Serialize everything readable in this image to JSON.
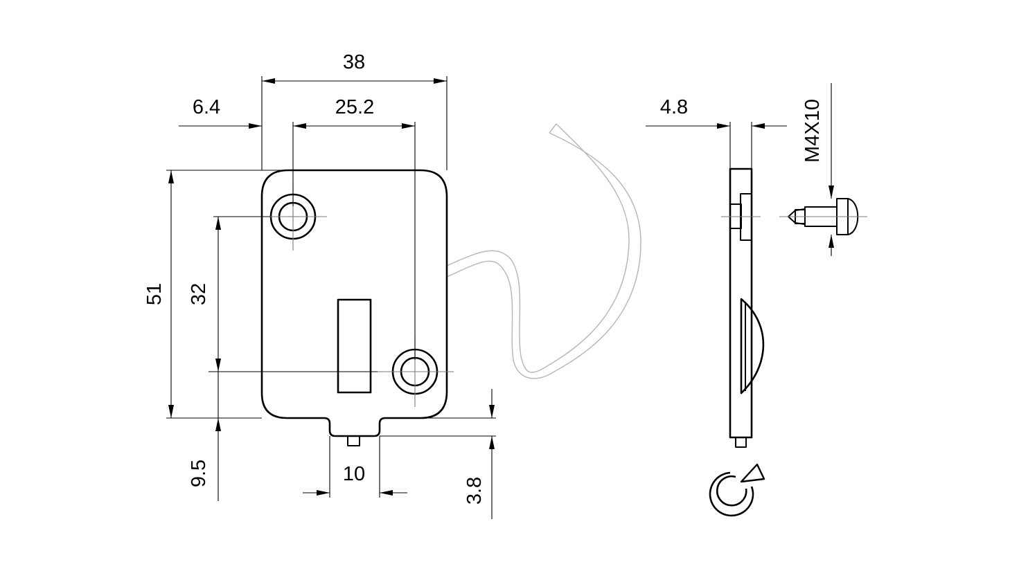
{
  "dimensions": {
    "overall_width": "38",
    "hole_offset": "6.4",
    "hole_spacing_x": "25.2",
    "side_thickness": "4.8",
    "screw_spec": "M4X10",
    "overall_height": "51",
    "hole_spacing_y": "32",
    "tab_offset": "9.5",
    "tab_width": "10",
    "tab_height": "3.8"
  },
  "icons": {
    "rotation": "rotate-view-icon"
  }
}
